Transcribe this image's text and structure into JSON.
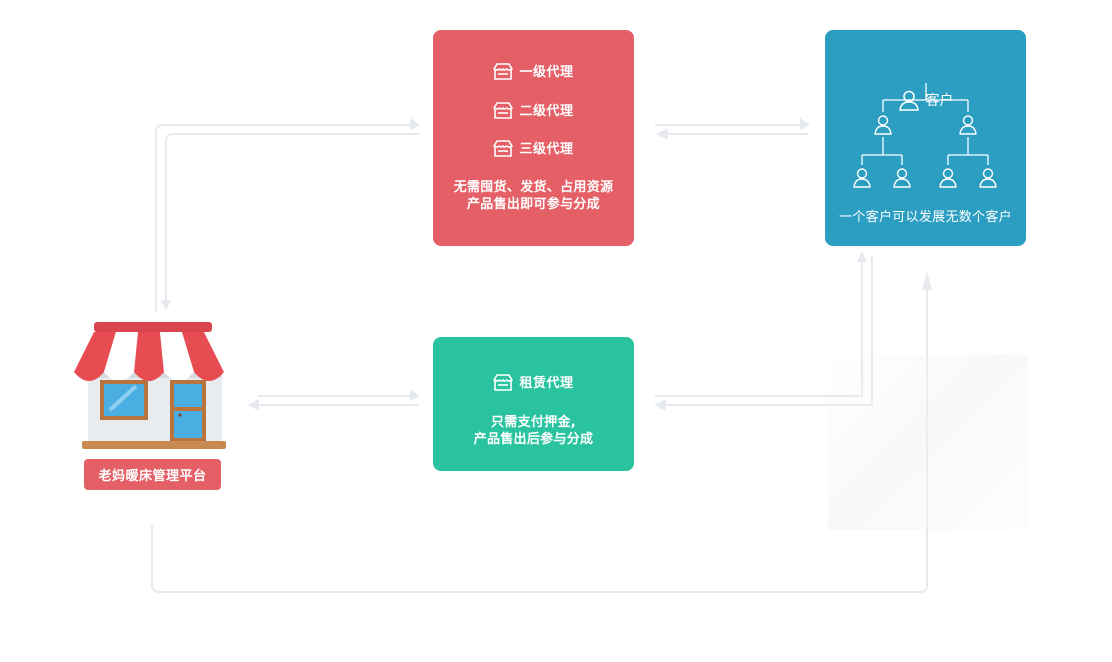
{
  "agents": [
    {
      "label": "一级代理",
      "icon": "store-icon"
    },
    {
      "label": "二级代理",
      "icon": "store-icon"
    },
    {
      "label": "三级代理",
      "icon": "store-icon"
    }
  ],
  "agent_desc": {
    "line1": "无需囤货、发货、占用资源",
    "line2": "产品售出即可参与分成"
  },
  "rental": {
    "label": "租赁代理",
    "icon": "store-icon",
    "line1": "只需支付押金,",
    "line2": "产品售出后参与分成"
  },
  "customer": {
    "title": "客户",
    "icon": "user-icon",
    "desc": "一个客户可以发展无数个客户"
  },
  "platform": {
    "label": "老妈暖床管理平台",
    "icon": "shop-illustration"
  },
  "colors": {
    "red": "#e55f66",
    "green": "#2ac39f",
    "blue": "#2b9ec2",
    "connector": "#e6e9ee"
  }
}
